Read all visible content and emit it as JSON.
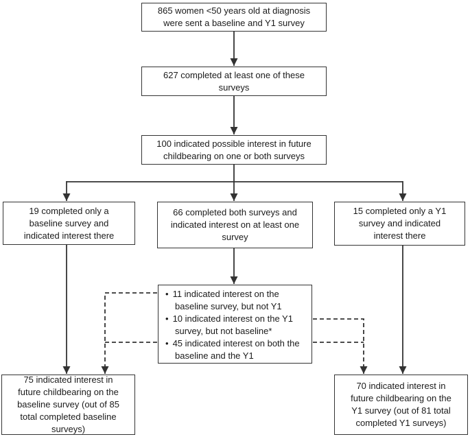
{
  "flowchart": {
    "nodes": {
      "sent": "865 women <50 years old at diagnosis were sent a baseline and Y1 survey",
      "completed": "627 completed at least one of these surveys",
      "interest": "100 indicated possible interest in future childbearing on one or both surveys",
      "baseline_only": "19 completed only a baseline survey and indicated interest there",
      "both_surveys": "66 completed both surveys and indicated interest on at least one survey",
      "y1_only": "15 completed only a Y1 survey and indicated interest there",
      "breakdown": [
        "11 indicated interest on the baseline survey, but not Y1",
        "10 indicated interest on the Y1 survey, but not baseline*",
        "45 indicated interest on both the baseline and the Y1"
      ],
      "baseline_total": "75 indicated interest in future childbearing on the baseline survey (out of 85 total completed baseline surveys)",
      "y1_total": "70 indicated interest in future childbearing on the Y1 survey (out of 81 total completed Y1 surveys)"
    },
    "colors": {
      "line": "#333333",
      "text": "#1a1a1a",
      "background": "#ffffff"
    }
  }
}
